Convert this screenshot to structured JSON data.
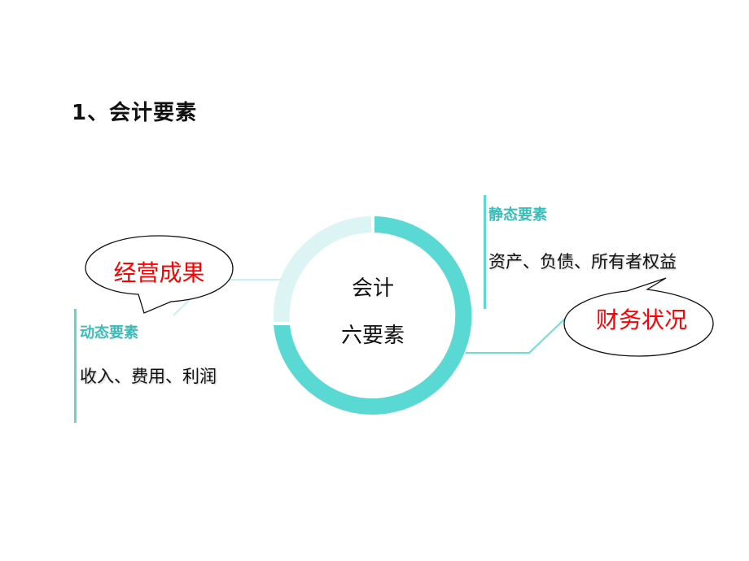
{
  "slide": {
    "title": "1、会计要素",
    "center": {
      "line1": "会计",
      "line2": "六要素"
    },
    "static_elements": {
      "label": "静态要素",
      "items": "资产、负债、所有者权益",
      "callout": "财务状况"
    },
    "dynamic_elements": {
      "label": "动态要素",
      "items": "收入、费用、利润",
      "callout": "经营成果"
    },
    "colors": {
      "ring_dark": "#5ad8d3",
      "ring_light": "#dcf5f4",
      "accent_text": "#3bbcb8",
      "callout_text": "#ff0000"
    }
  }
}
